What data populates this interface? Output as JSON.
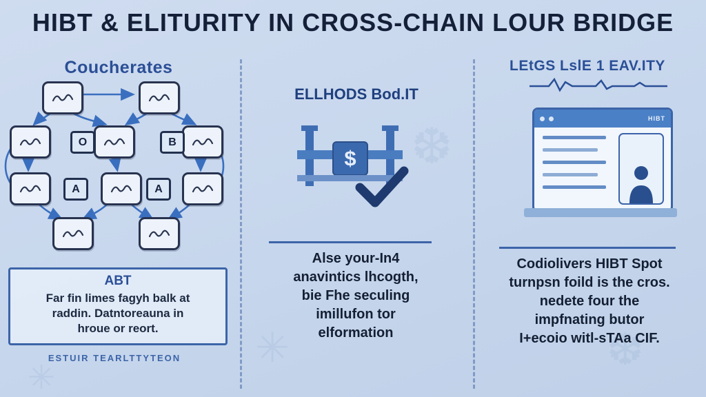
{
  "title": "HIBT & ELITURITY IN CROSS-CHAIN LOUR BRIDGE",
  "colors": {
    "background": "#c9d9ee",
    "title_text": "#141f38",
    "heading_blue": "#2b4f96",
    "arrow_blue": "#3a6fbf",
    "dark_navy": "#1e3a6e",
    "browser_header": "#4a80c6"
  },
  "decor": {
    "glyphs": [
      "❆",
      "✳"
    ]
  },
  "left": {
    "heading": "Coucherates",
    "node_labels": [
      "O",
      "B",
      "A",
      "A"
    ],
    "box": {
      "title": "ABT",
      "text": "Far fin limes fagyh balk at\nraddin. Datntoreauna in\nhroue or reort."
    },
    "caption": "ESTUIR TEARLTTYTEON"
  },
  "middle": {
    "heading": "ELLHODS Bod.IT",
    "icon_symbol": "$",
    "text": "Alse your-In4\nanavintics lhcogth,\nbie Fhe seculing\nimillufon tor\nelformation"
  },
  "right": {
    "heading": "LEtGS LslE 1 EAV.ITY",
    "browser_label": "HIBT",
    "text": "Codiolivers HIBT Spot\nturnpsn foild is the cros.\nnedete four the\nimpfnating butor\nI+ecoio witl-sTAa CIF."
  }
}
